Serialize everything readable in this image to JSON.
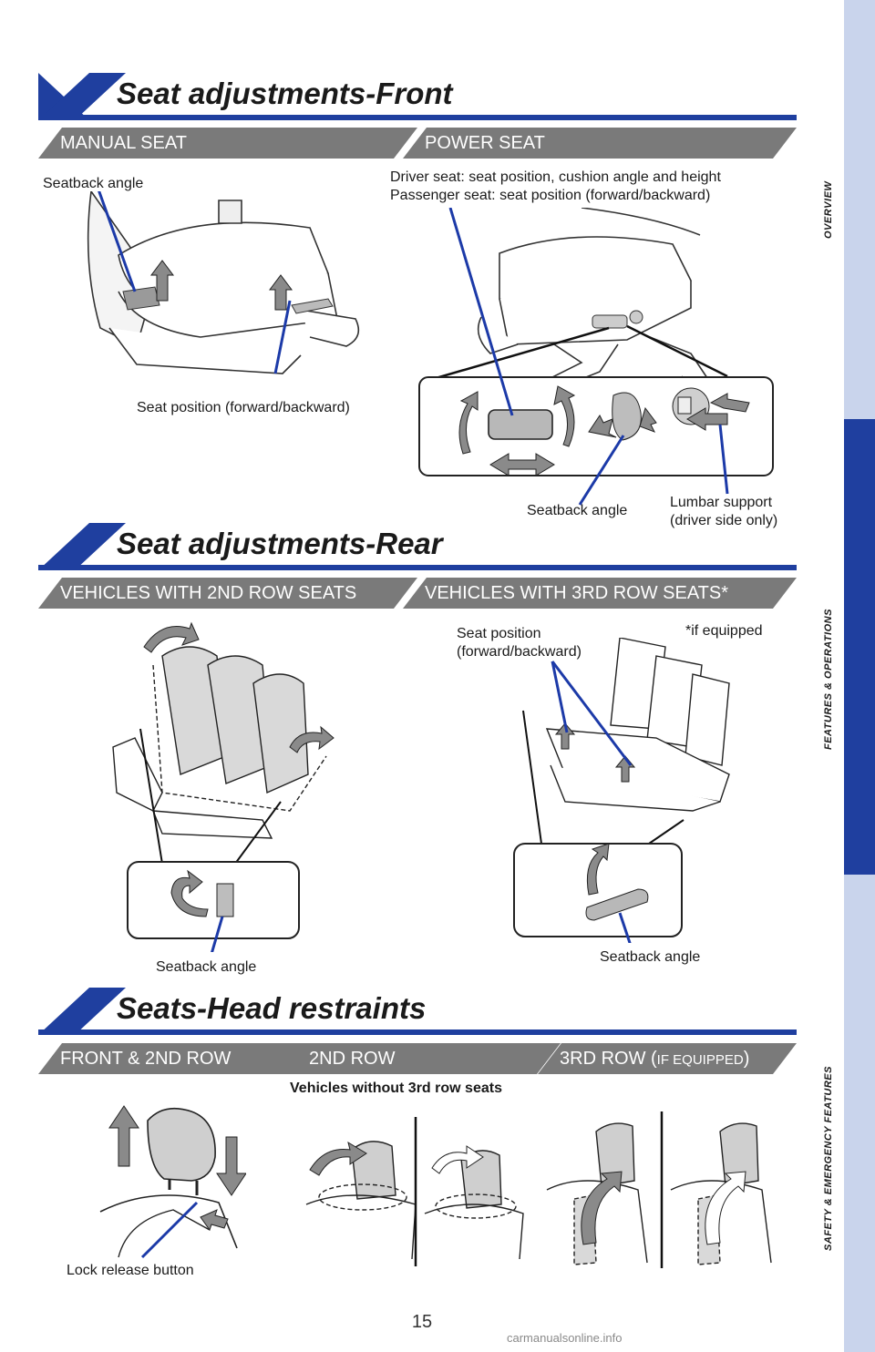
{
  "sections": {
    "front": {
      "title": "Seat adjustments-Front",
      "tab_manual": "MANUAL SEAT",
      "tab_power": "POWER SEAT",
      "manual_seatback": "Seatback angle",
      "manual_position": "Seat position (forward/backward)",
      "power_driver": "Driver seat: seat position, cushion angle and height",
      "power_passenger": "Passenger seat: seat position (forward/backward)",
      "power_seatback": "Seatback angle",
      "lumbar_line1": "Lumbar support",
      "lumbar_line2": "(driver side only)"
    },
    "rear": {
      "title": "Seat adjustments-Rear",
      "tab_2nd": "VEHICLES WITH 2ND ROW SEATS",
      "tab_3rd": "VEHICLES WITH 3RD ROW SEATS*",
      "position_line1": "Seat position",
      "position_line2": "(forward/backward)",
      "if_equipped": "*if equipped",
      "seatback_left": "Seatback angle",
      "seatback_right": "Seatback angle"
    },
    "head": {
      "title": "Seats-Head restraints",
      "tab_front": "FRONT & 2ND ROW",
      "tab_2nd": "2ND ROW",
      "tab_3rd_main": "3RD ROW (",
      "tab_3rd_small": "IF EQUIPPED",
      "tab_3rd_close": ")",
      "vehicles_note": "Vehicles without 3rd row seats",
      "lock_release": "Lock release button"
    }
  },
  "sidebar": {
    "overview": "OVERVIEW",
    "features": "FEATURES & OPERATIONS",
    "safety": "SAFETY & EMERGENCY FEATURES"
  },
  "page_number": "15",
  "watermark": "carmanualsonline.info",
  "colors": {
    "brand_blue": "#1f3f9f",
    "sidebar_light": "#c9d4ec",
    "tab_grey": "#7a7a7a",
    "callout_blue": "#1c3aa8"
  }
}
